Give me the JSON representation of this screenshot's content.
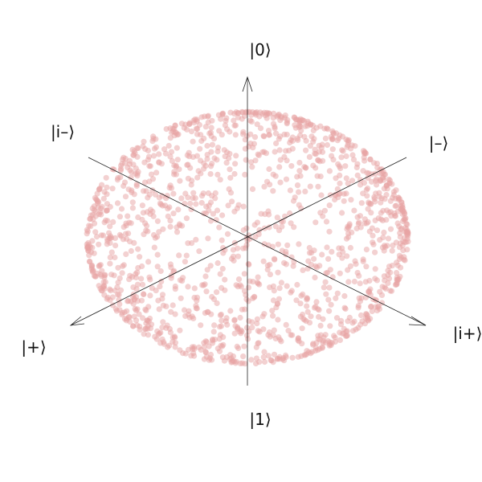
{
  "diagram": {
    "labels": {
      "zero": "|0⟩",
      "one": "|1⟩",
      "plus": "|+⟩",
      "minus": "|–⟩",
      "i_plus": "|i+⟩",
      "i_minus": "|i–⟩"
    },
    "point_color": "#e8a3a3",
    "axis_color": "#222222"
  }
}
